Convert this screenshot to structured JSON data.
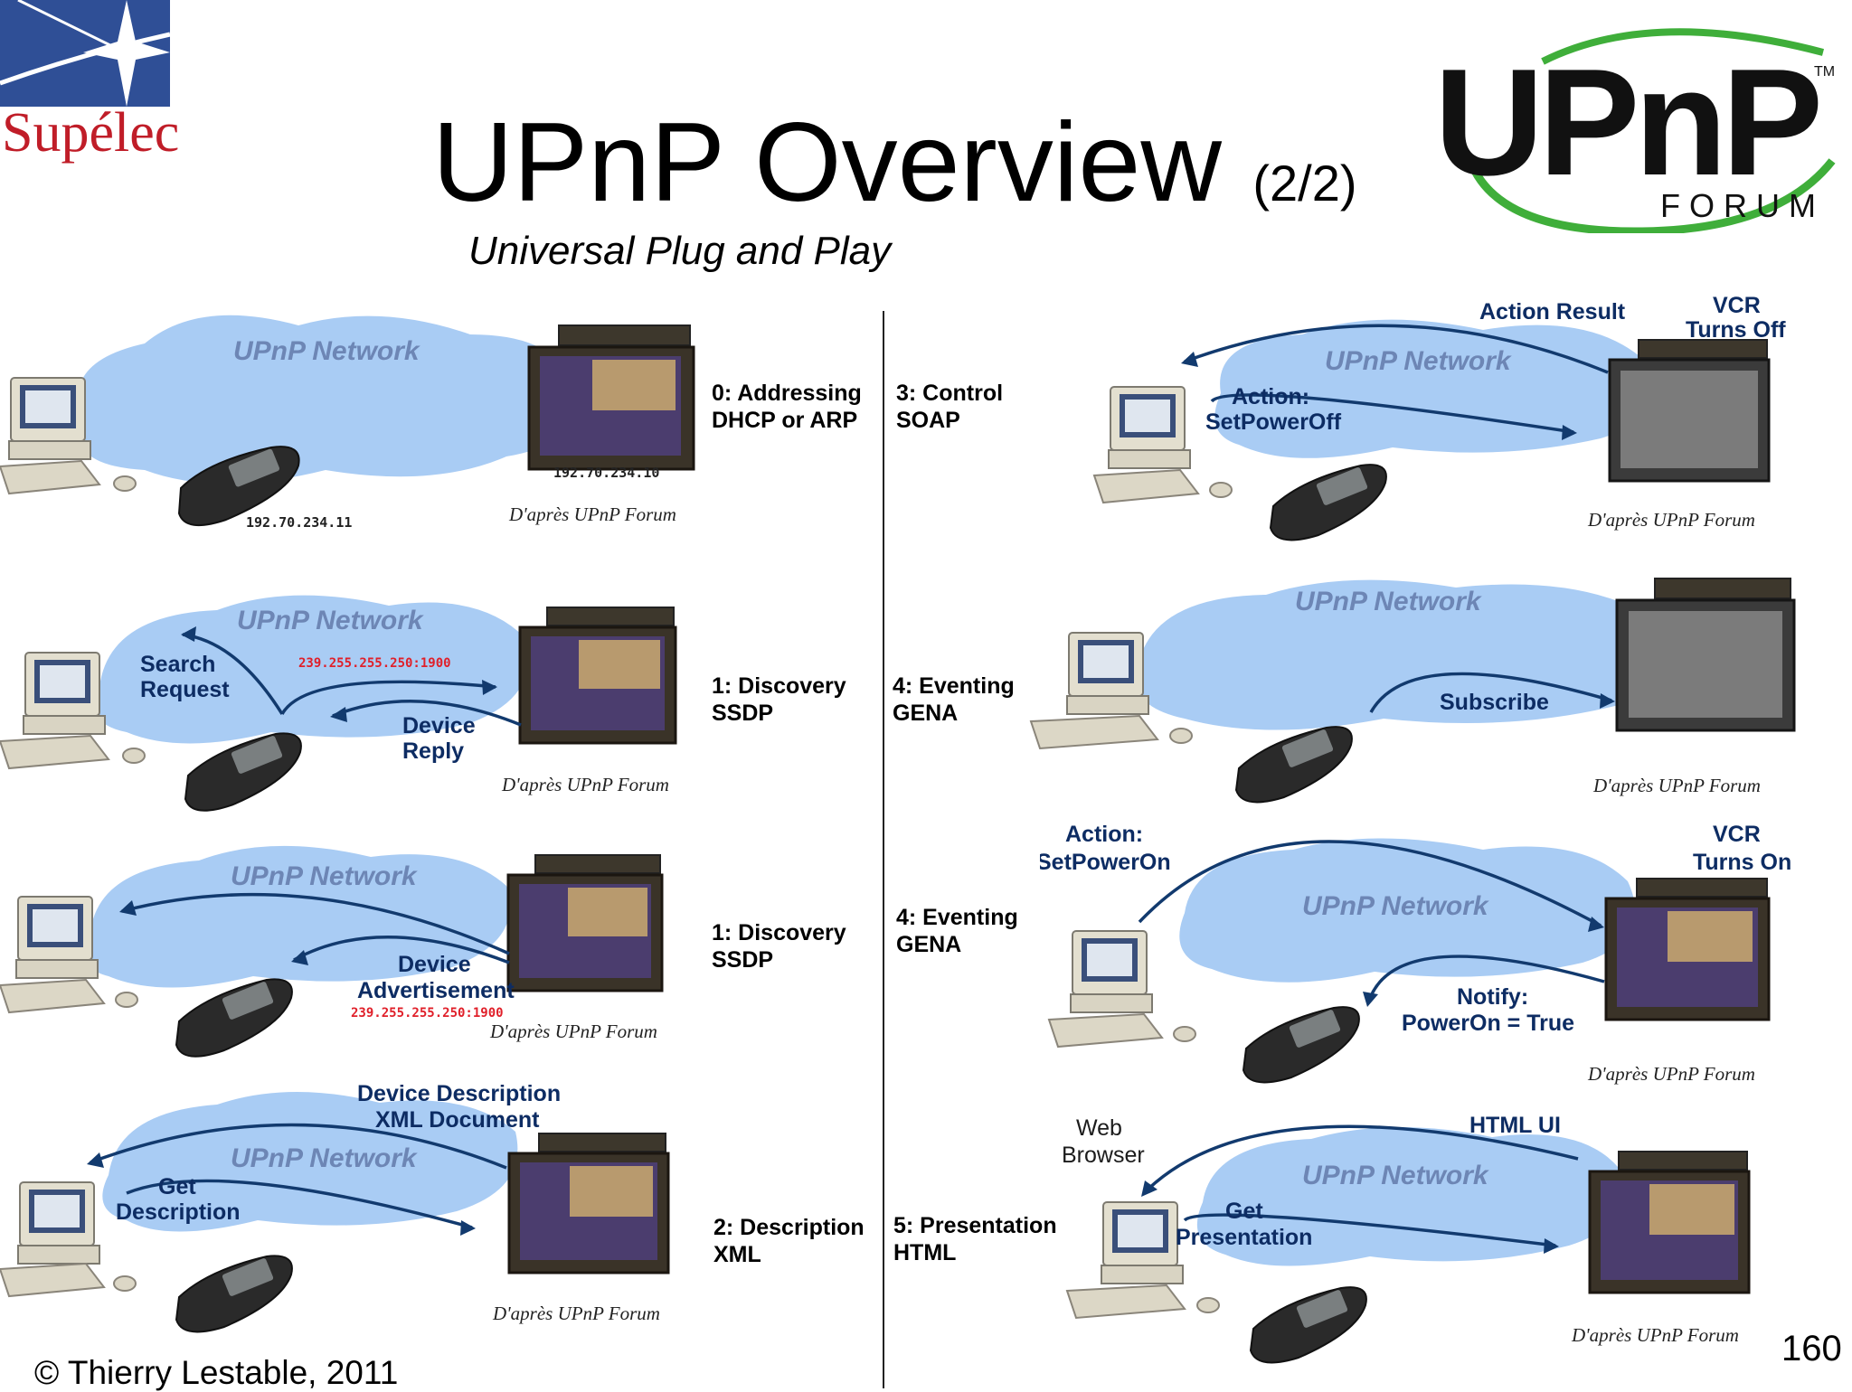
{
  "header": {
    "title": "UPnP Overview",
    "title_suffix": "(2/2)",
    "subtitle": "Universal Plug and Play"
  },
  "logos": {
    "supelec": "Supélec",
    "upnp_main": "UPnP",
    "upnp_tm": "TM",
    "upnp_forum": "FORUM"
  },
  "colors": {
    "cloud": "#a9ccf4",
    "arrow": "#123a6e",
    "red_address": "#e0202a",
    "supelec_red": "#c01d28",
    "upnp_green": "#3fae3a"
  },
  "common": {
    "network_label": "UPnP Network",
    "credit": "D'après UPnP Forum"
  },
  "steps": {
    "s0": "0: Addressing\nDHCP or ARP",
    "s1a": "1: Discovery\nSSDP",
    "s1b": "1: Discovery\nSSDP",
    "s2": "2: Description\nXML",
    "s3": "3: Control\nSOAP",
    "s4a": "4: Eventing\nGENA",
    "s4b": "4: Eventing\nGENA",
    "s5": "5: Presentation\nHTML"
  },
  "panels": {
    "p0": {
      "ip_tv": "192.70.234.10",
      "ip_remote": "192.70.234.11"
    },
    "p1": {
      "search1": "Search",
      "search2": "Request",
      "addr": "239.255.255.250:1900",
      "reply1": "Device",
      "reply2": "Reply"
    },
    "p2": {
      "adv1": "Device",
      "adv2": "Advertisement",
      "addr": "239.255.255.250:1900"
    },
    "p3": {
      "desc1": "Device Description",
      "desc2": "XML Document",
      "get1": "Get",
      "get2": "Description"
    },
    "p4": {
      "result": "Action Result",
      "vcr1": "VCR",
      "vcr2": "Turns Off",
      "act1": "Action:",
      "act2": "SetPowerOff"
    },
    "p5": {
      "subscribe": "Subscribe"
    },
    "p6": {
      "act1": "Action:",
      "act2": "SetPowerOn",
      "vcr1": "VCR",
      "vcr2": "Turns On",
      "notify1": "Notify:",
      "notify2": "PowerOn = True"
    },
    "p7": {
      "web1": "Web",
      "web2": "Browser",
      "html": "HTML UI",
      "get1": "Get",
      "get2": "Presentation"
    }
  },
  "footer": {
    "copyright": "© Thierry Lestable, 2011",
    "page": "160"
  }
}
